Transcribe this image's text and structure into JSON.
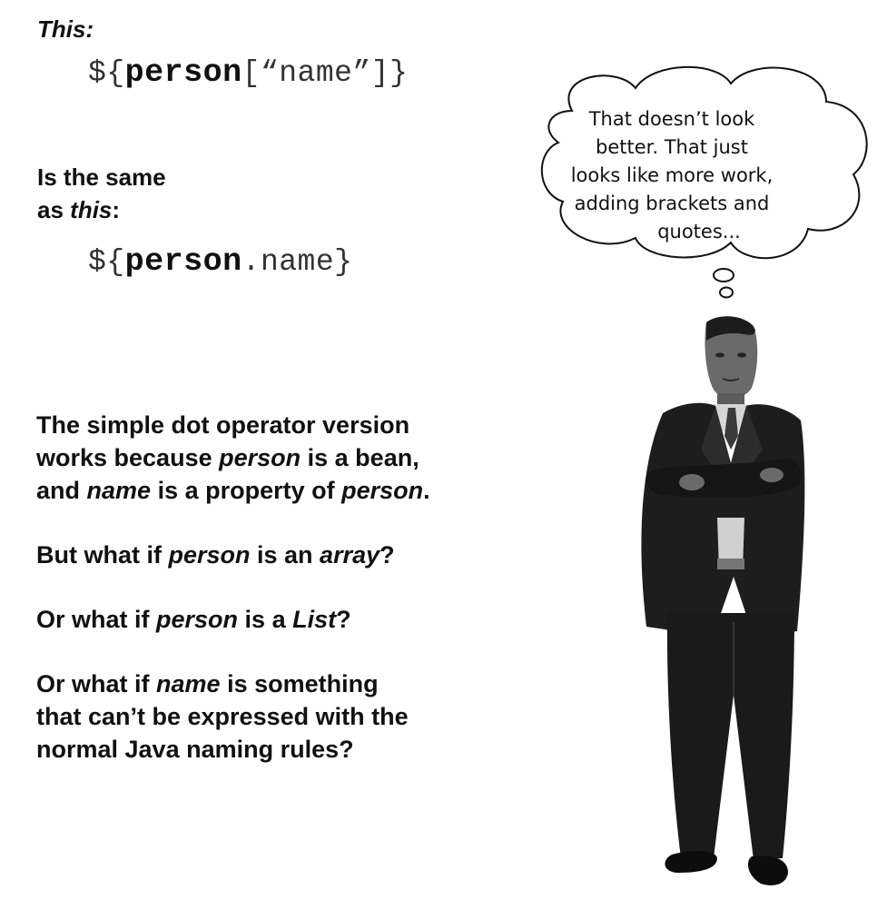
{
  "heading_this": "This:",
  "code1": {
    "prefix": "${",
    "object": "person",
    "bracket_open": "[",
    "key": "“name”",
    "bracket_close": "]",
    "suffix": "}"
  },
  "is_same_line1": "Is the same",
  "is_same_line2_prefix": "as ",
  "is_same_line2_italic": "this",
  "is_same_line2_suffix": ":",
  "code2": {
    "prefix": "${",
    "object": "person",
    "property": ".name",
    "suffix": "}"
  },
  "paragraph1": {
    "l1": "The simple dot operator version",
    "l2_a": "works because ",
    "l2_b": "person",
    "l2_c": " is a bean,",
    "l3_a": "and ",
    "l3_b": "name",
    "l3_c": " is a property of ",
    "l3_d": "person",
    "l3_e": "."
  },
  "paragraph2": {
    "a": "But what if ",
    "b": "person",
    "c": " is an ",
    "d": "array",
    "e": "?"
  },
  "paragraph3": {
    "a": "Or what if ",
    "b": "person",
    "c": " is a ",
    "d": "List",
    "e": "?"
  },
  "paragraph4": {
    "l1_a": "Or what if ",
    "l1_b": "name",
    "l1_c": " is something",
    "l2": "that can’t be expressed with the",
    "l3": "normal Java naming rules?"
  },
  "thought": {
    "l1": "That doesn’t look",
    "l2": "better. That just",
    "l3": "looks like more work,",
    "l4": "adding brackets and",
    "l5": "quotes..."
  }
}
